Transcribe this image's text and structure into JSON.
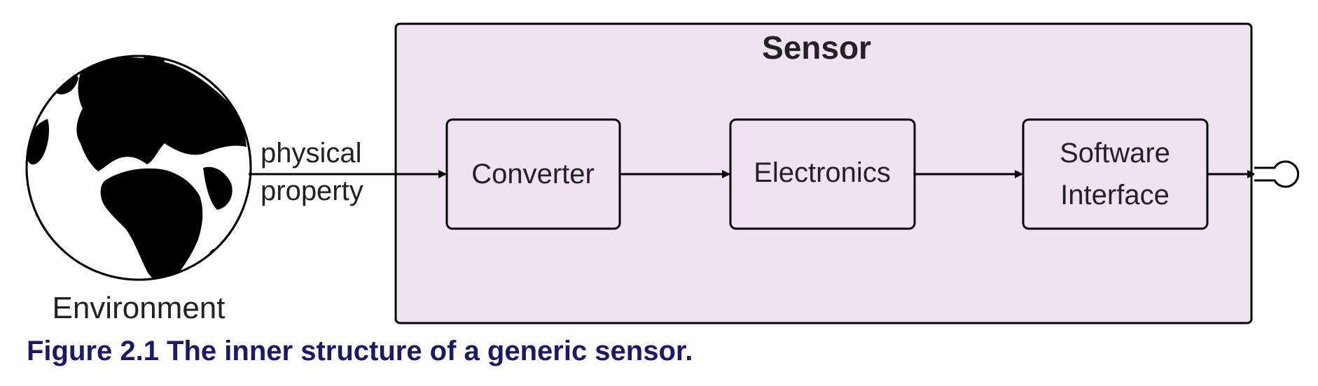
{
  "diagram": {
    "sensor_title": "Sensor",
    "environment_label": "Environment",
    "input_label_line1": "physical",
    "input_label_line2": "property",
    "blocks": [
      {
        "line1": "Converter",
        "line2": ""
      },
      {
        "line1": "Electronics",
        "line2": ""
      },
      {
        "line1": "Software",
        "line2": "Interface"
      }
    ],
    "colors": {
      "sensor_fill": "#f0e2f2",
      "stroke": "#000000",
      "text": "#222222",
      "caption": "#1a1a66"
    }
  },
  "caption": "Figure 2.1 The inner structure of a generic sensor."
}
